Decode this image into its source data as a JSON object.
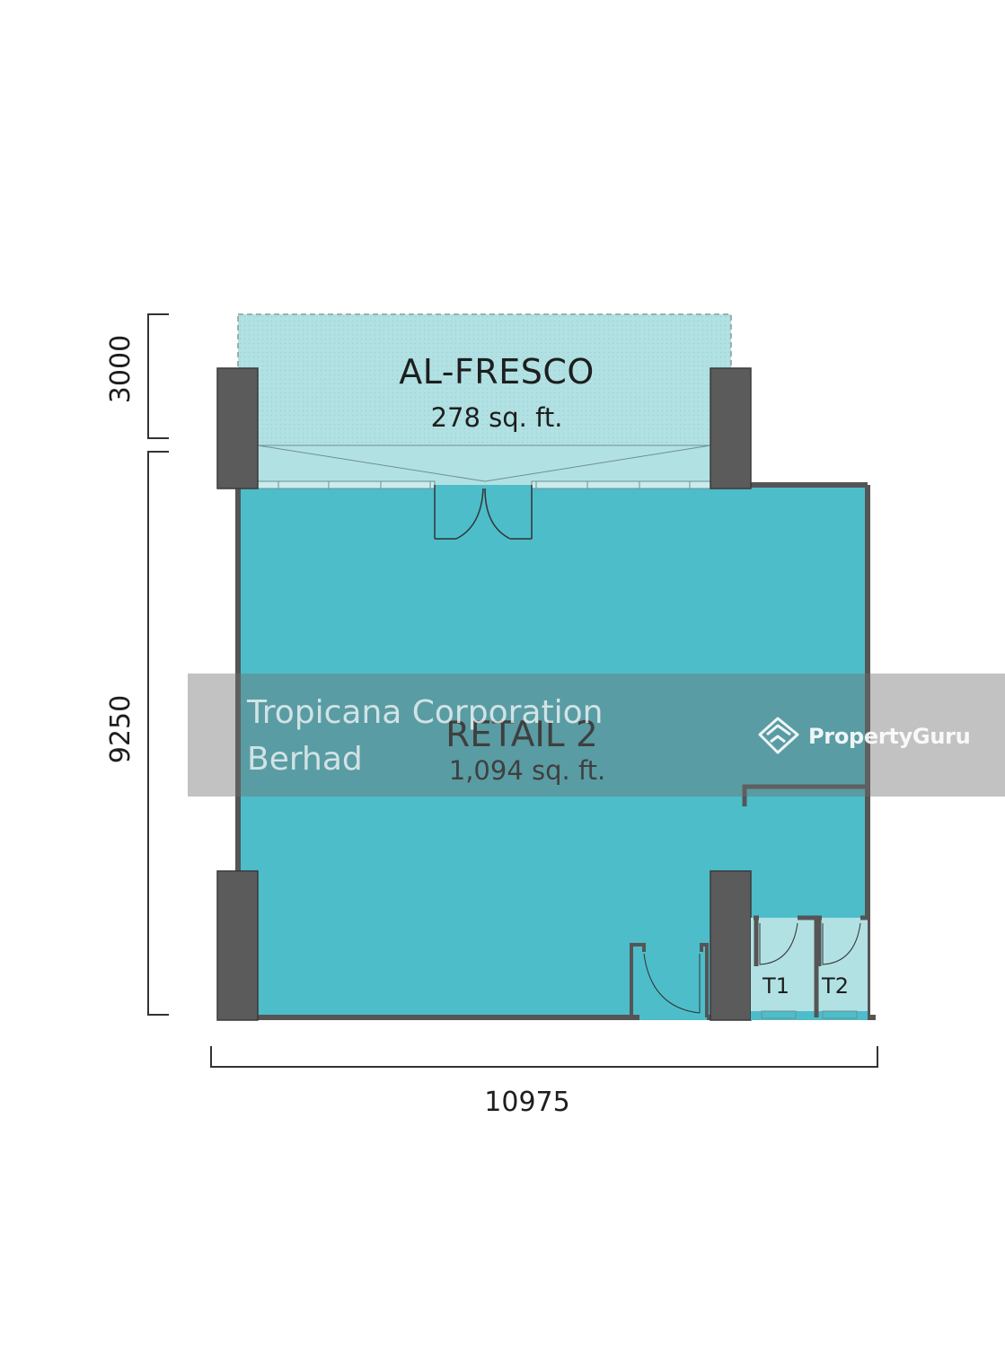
{
  "rooms": {
    "alfresco": {
      "name": "AL-FRESCO",
      "area": "278 sq. ft."
    },
    "retail": {
      "name": "RETAIL 2",
      "area": "1,094 sq. ft."
    },
    "toilet1": "T1",
    "toilet2": "T2"
  },
  "dimensions": {
    "alfresco_depth": "3000",
    "retail_depth": "9250",
    "total_width": "10975"
  },
  "watermark": {
    "owner_line1": "Tropicana Corporation",
    "owner_line2": "Berhad",
    "brand": "PropertyGuru"
  },
  "colors": {
    "retail_fill": "#4dbdca",
    "alfresco_fill": "#b2e1e3",
    "column": "#5b5b5b",
    "wall": "#555555"
  }
}
